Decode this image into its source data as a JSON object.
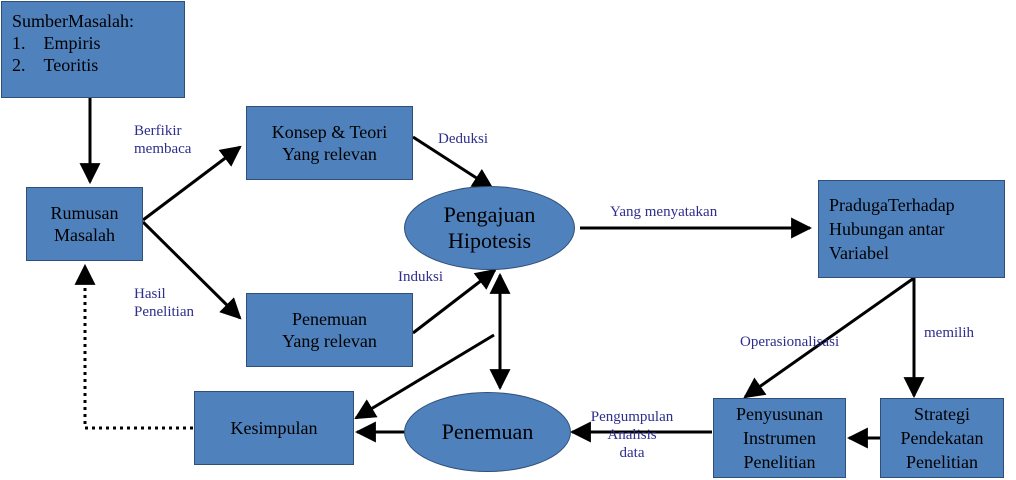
{
  "nodes": {
    "sumber": {
      "title": "SumberMasalah:",
      "items": [
        "1.    Empiris",
        "2.    Teoritis"
      ]
    },
    "rumusan": [
      "Rumusan",
      "Masalah"
    ],
    "konsep": [
      "Konsep & Teori",
      "Yang relevan"
    ],
    "penemuan_relevan": [
      "Penemuan",
      "Yang relevan"
    ],
    "hipotesis": [
      "Pengajuan",
      "Hipotesis"
    ],
    "praduga": [
      "PradugaTerhadap",
      "Hubungan antar",
      "Variabel"
    ],
    "kesimpulan": "Kesimpulan",
    "penemuan": "Penemuan",
    "instrumen": [
      "Penyusunan",
      "Instrumen",
      "Penelitian"
    ],
    "strategi": [
      "Strategi",
      "Pendekatan",
      "Penelitian"
    ]
  },
  "edge_labels": {
    "berfikir": [
      "Berfikir",
      "membaca"
    ],
    "hasil": [
      "Hasil",
      "Penelitian"
    ],
    "deduksi": "Deduksi",
    "induksi": "Induksi",
    "menyatakan": "Yang menyatakan",
    "operasionalisasi": "Operasionalisasi",
    "memilih": "memilih",
    "pengumpulan": [
      "Pengumpulan",
      "Analisis",
      "data"
    ]
  },
  "colors": {
    "node_fill": "#4f81bd",
    "node_border": "#2f4f78",
    "label_text": "#2e2e8c",
    "arrow": "#000000"
  }
}
